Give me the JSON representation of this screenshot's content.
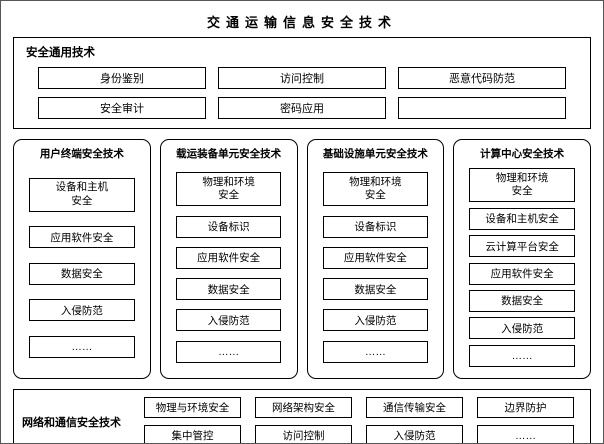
{
  "title": "交通运输信息安全技术",
  "general": {
    "label": "安全通用技术",
    "row1": [
      "身份鉴别",
      "访问控制",
      "恶意代码防范"
    ],
    "row2": [
      "安全审计",
      "密码应用",
      ""
    ]
  },
  "columns": [
    {
      "title": "用户终端安全技术",
      "items": [
        "设备和主机\n安全",
        "应用软件安全",
        "数据安全",
        "入侵防范",
        "……"
      ]
    },
    {
      "title": "载运装备单元安全技术",
      "items": [
        "物理和环境\n安全",
        "设备标识",
        "应用软件安全",
        "数据安全",
        "入侵防范",
        "……"
      ]
    },
    {
      "title": "基础设施单元安全技术",
      "items": [
        "物理和环境\n安全",
        "设备标识",
        "应用软件安全",
        "数据安全",
        "入侵防范",
        "……"
      ]
    },
    {
      "title": "计算中心安全技术",
      "items": [
        "物理和环境\n安全",
        "设备和主机安全",
        "云计算平台安全",
        "应用软件安全",
        "数据安全",
        "入侵防范",
        "……"
      ]
    }
  ],
  "network": {
    "label": "网络和通信安全技术",
    "row1": [
      "物理与环境安全",
      "网络架构安全",
      "通信传输安全",
      "边界防护"
    ],
    "row2": [
      "集中管控",
      "访问控制",
      "入侵防范",
      "……"
    ]
  }
}
